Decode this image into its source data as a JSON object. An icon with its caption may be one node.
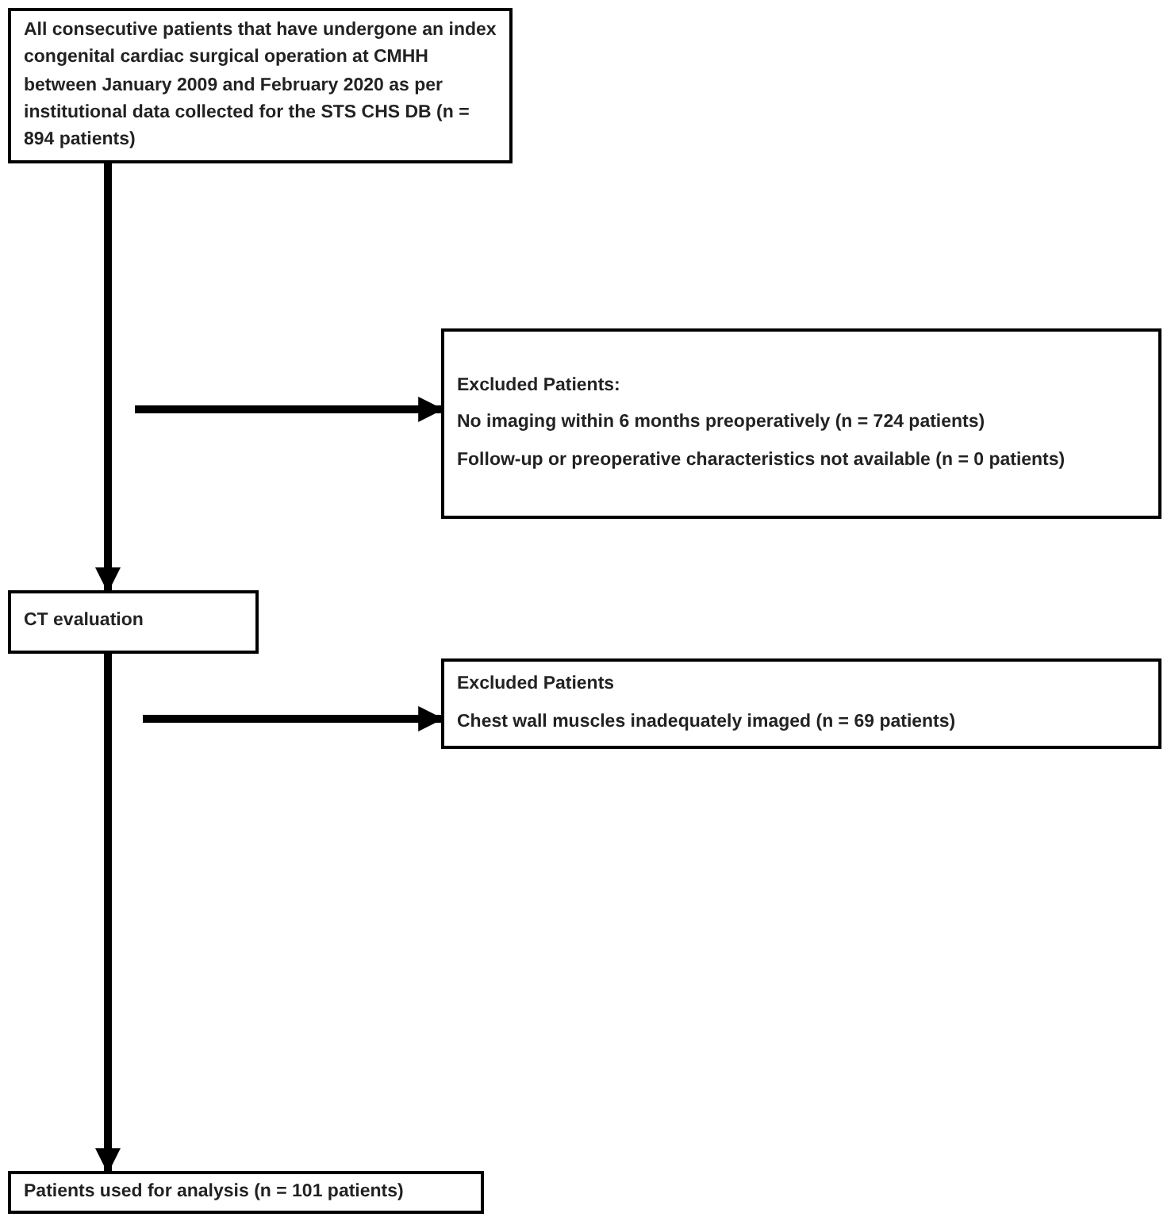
{
  "diagram": {
    "nodes": [
      {
        "text": [
          "All consecutive patients that have undergone an index congenital cardiac surgical operation at CMHH between January 2009 and February 2020 as per institutional data collected for the STS CHS DB (n = 894 patients)"
        ]
      },
      {
        "text": [
          "Excluded Patients:",
          "No imaging within 6 months preoperatively (n = 724 patients)",
          "Follow-up or preoperative characteristics not available (n = 0 patients)"
        ]
      },
      {
        "text": [
          "CT evaluation"
        ]
      },
      {
        "text": [
          "Excluded Patients",
          "Chest wall muscles inadequately imaged (n = 69 patients)"
        ]
      },
      {
        "text": [
          "Patients used for analysis (n = 101 patients)"
        ]
      }
    ],
    "edges": [
      {
        "from": 0,
        "to": 2,
        "arrow": "to"
      },
      {
        "from": null,
        "to": 1,
        "arrow": "to"
      },
      {
        "from": 2,
        "to": 4,
        "arrow": "to"
      },
      {
        "from": null,
        "to": 3,
        "arrow": "to"
      }
    ]
  }
}
